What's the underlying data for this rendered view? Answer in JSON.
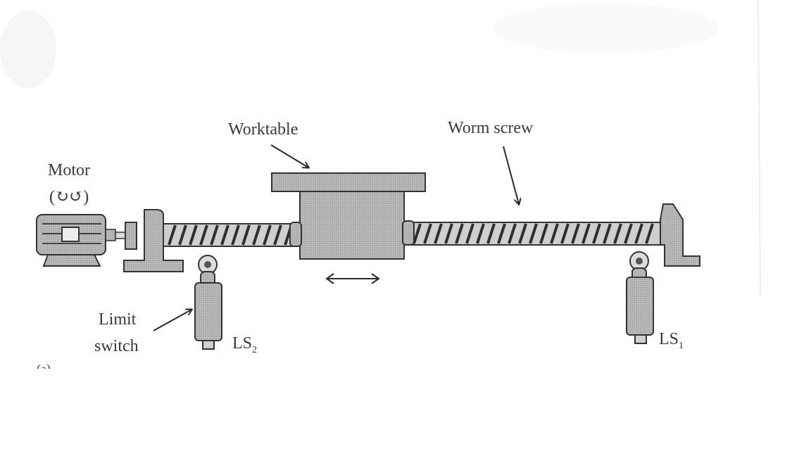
{
  "labels": {
    "worktable": "Worktable",
    "worm_screw": "Worm screw",
    "motor": "Motor",
    "motor_symbol": "(↻↺)",
    "limit_line1": "Limit",
    "limit_line2": "switch",
    "ls2_main": "LS",
    "ls2_sub": "2",
    "ls1_main": "LS",
    "ls1_sub": "1",
    "figure_tag": "(a)"
  }
}
